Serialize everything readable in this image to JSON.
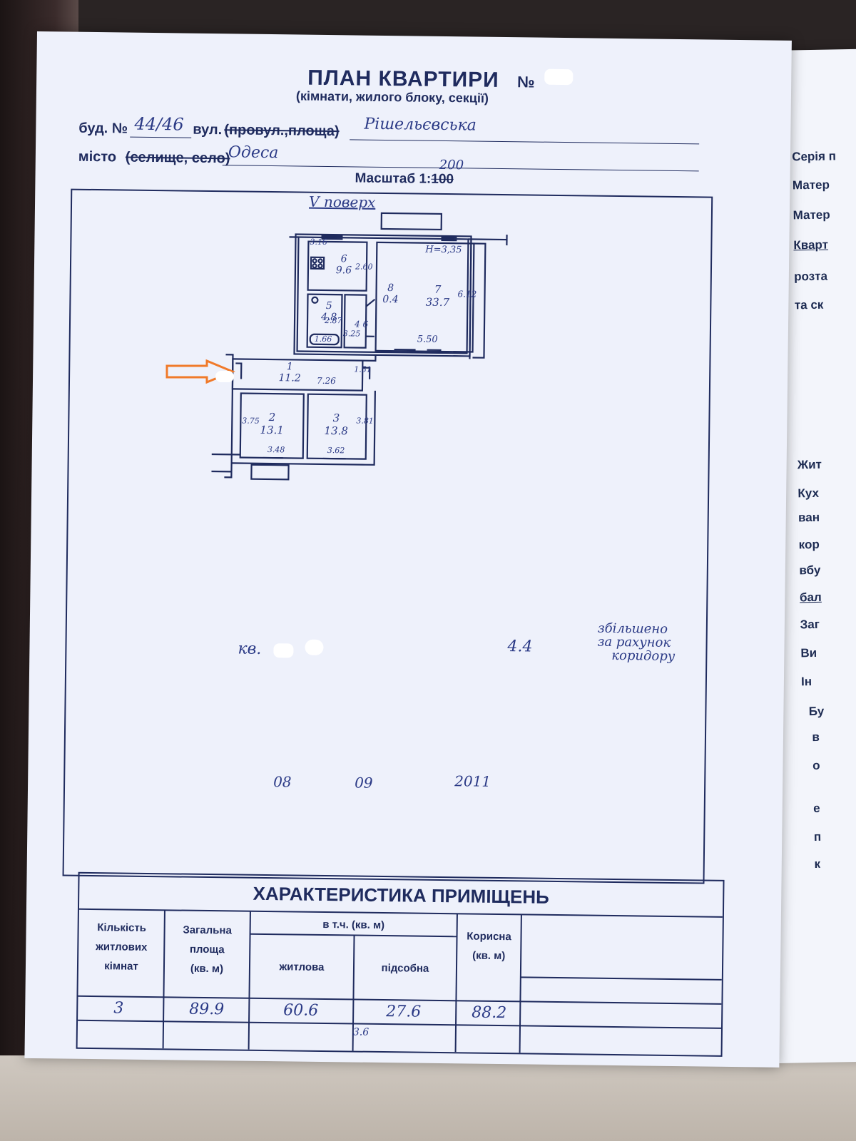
{
  "document": {
    "title": "ПЛАН КВАРТИРИ",
    "title_number_mark": "№",
    "subtitle": "(кімнати, жилого блоку, секції)",
    "building_label": "буд. №",
    "building_number": "44/46",
    "street_label": "вул.",
    "street_type_label": "(провул.,площа)",
    "street_name": "Рішельєвська",
    "city_label": "місто",
    "settlement_label": "(селище, село)",
    "city_name": "Одеса",
    "scale_label": "Масштаб 1:",
    "scale_printed": "100",
    "scale_handwritten": "200"
  },
  "floor_plan": {
    "floor_note": "V поверх",
    "height_note": "H=3,35",
    "rooms": [
      {
        "number": "1",
        "area": "11.2"
      },
      {
        "number": "2",
        "area": "13.1"
      },
      {
        "number": "3",
        "area": "13.8"
      },
      {
        "number": "4",
        "area": "6"
      },
      {
        "number": "5",
        "area": "4.8"
      },
      {
        "number": "6",
        "area": "9.6"
      },
      {
        "number": "7",
        "area": "33.7"
      },
      {
        "number": "8",
        "area": "0.4"
      }
    ],
    "dimensions": [
      "3.16",
      "2.60",
      "6.12",
      "5.50",
      "2.87",
      "1.66",
      "3.25",
      "7.26",
      "1.51",
      "3.75",
      "3.48",
      "3.62",
      "3.81"
    ]
  },
  "notes": {
    "apartment_label": "кв.",
    "added_area": "4.4",
    "added_note_line1": "збільшено",
    "added_note_line2": "за рахунок",
    "added_note_line3": "коридору",
    "date_day": "08",
    "date_month": "09",
    "date_year": "2011"
  },
  "characteristics": {
    "title": "ХАРАКТЕРИСТИКА ПРИМІЩЕНЬ",
    "headers": {
      "rooms_count": [
        "Кількість",
        "житлових",
        "кімнат"
      ],
      "total_area": [
        "Загальна",
        "площа",
        "(кв. м)"
      ],
      "including": "в т.ч. (кв. м)",
      "living": "житлова",
      "auxiliary": "підсобна",
      "useful": [
        "Корисна",
        "(кв. м)"
      ]
    },
    "values": {
      "rooms_count": "3",
      "total_area": "89.9",
      "living": "60.6",
      "auxiliary": "27.6",
      "useful": "88.2"
    },
    "footnote": "3.6"
  },
  "next_page": {
    "lines": [
      "Серія п",
      "Матер",
      "Матер",
      "Кварт",
      "розта",
      "та ск",
      "Жит",
      "Кух",
      "ван",
      "кор",
      "вбу",
      "бал",
      "Заг",
      "Ви",
      "Ін",
      "Бу",
      "в",
      "о",
      "е",
      "п",
      "к"
    ]
  },
  "colors": {
    "ink": "#1f2b5e",
    "handwriting": "#2b3a86",
    "paper": "#eef1fb",
    "arrow": "#f07a2a"
  }
}
